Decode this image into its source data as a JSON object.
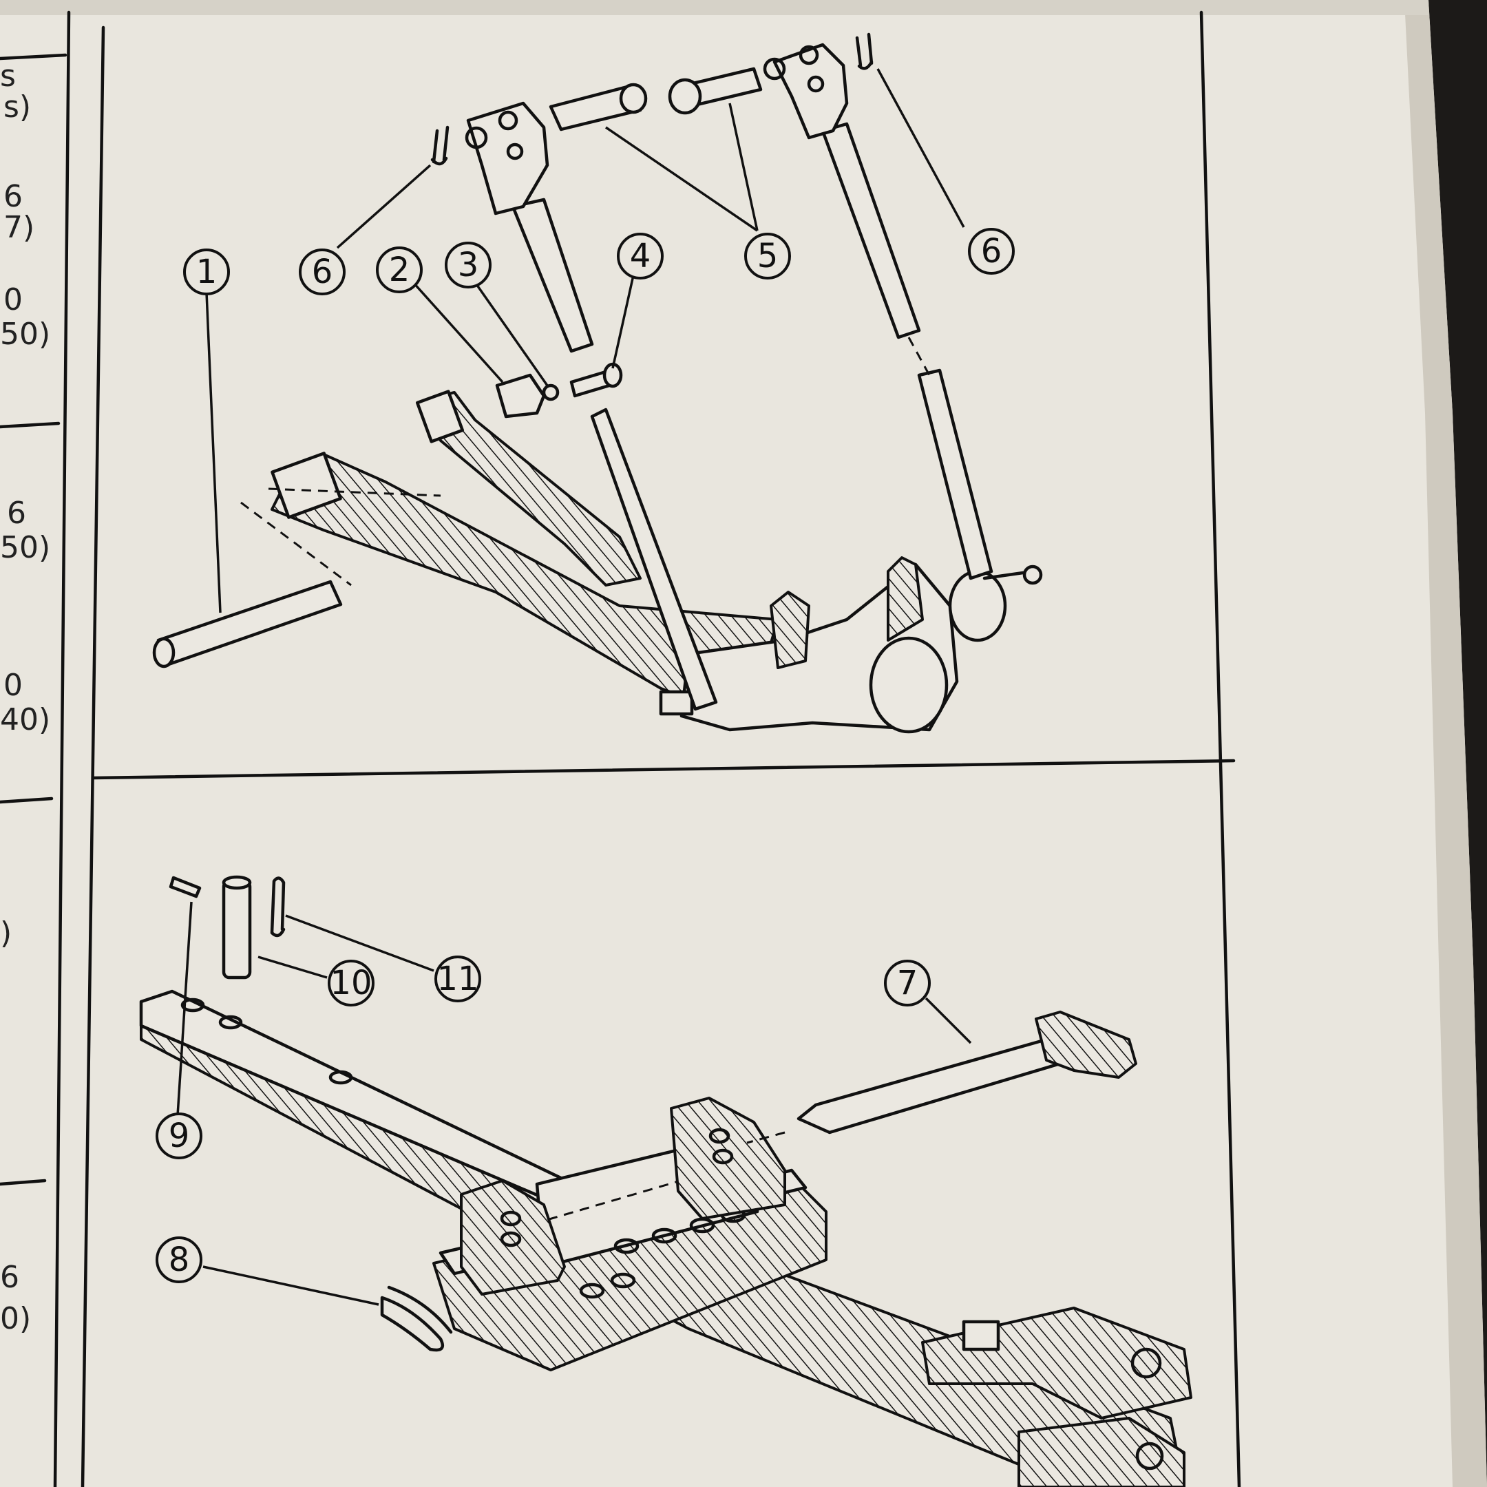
{
  "page": {
    "colors": {
      "paper": "#e9e6de",
      "ink": "#111111",
      "shadow": "#2a2622",
      "desk": "#1c1a18"
    }
  },
  "left_margin_fragments": [
    "s",
    "s)",
    "6",
    "7)",
    "0",
    "50)",
    "6",
    "50)",
    "0",
    "40)",
    ")",
    "6",
    "0)"
  ],
  "upper_figure": {
    "callouts": [
      {
        "num": "1",
        "part": "pin"
      },
      {
        "num": "2",
        "part": "block"
      },
      {
        "num": "3",
        "part": "washer"
      },
      {
        "num": "4",
        "part": "screw"
      },
      {
        "num": "5",
        "part": "clevis-pin"
      },
      {
        "num": "6",
        "part": "split-pin"
      }
    ],
    "callouts_repeat": [
      "5",
      "6"
    ]
  },
  "lower_figure": {
    "callouts": [
      {
        "num": "7",
        "part": "tapered-pin"
      },
      {
        "num": "8",
        "part": "spring-clip"
      },
      {
        "num": "9",
        "part": "small-pin"
      },
      {
        "num": "10",
        "part": "pivot-pin"
      },
      {
        "num": "11",
        "part": "linch-clip"
      }
    ]
  }
}
